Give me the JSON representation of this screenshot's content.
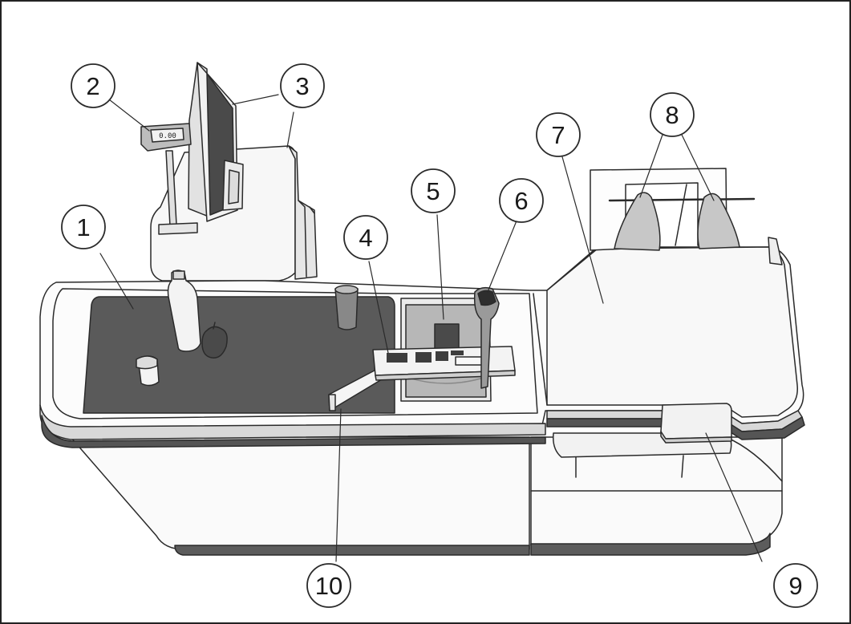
{
  "display_readout": "0.00",
  "callouts": [
    {
      "id": "1",
      "label": "1"
    },
    {
      "id": "2",
      "label": "2"
    },
    {
      "id": "3",
      "label": "3"
    },
    {
      "id": "4",
      "label": "4"
    },
    {
      "id": "5",
      "label": "5"
    },
    {
      "id": "6",
      "label": "6"
    },
    {
      "id": "7",
      "label": "7"
    },
    {
      "id": "8",
      "label": "8"
    },
    {
      "id": "9",
      "label": "9"
    },
    {
      "id": "10",
      "label": "10"
    }
  ],
  "colors": {
    "outline": "#2a2a2a",
    "belt": "#5a5a5a",
    "base_band": "#6e6e6e",
    "panel": "#f4f4f4",
    "bag": "#c8c8c8",
    "scale_plate": "#b5b5b5"
  }
}
